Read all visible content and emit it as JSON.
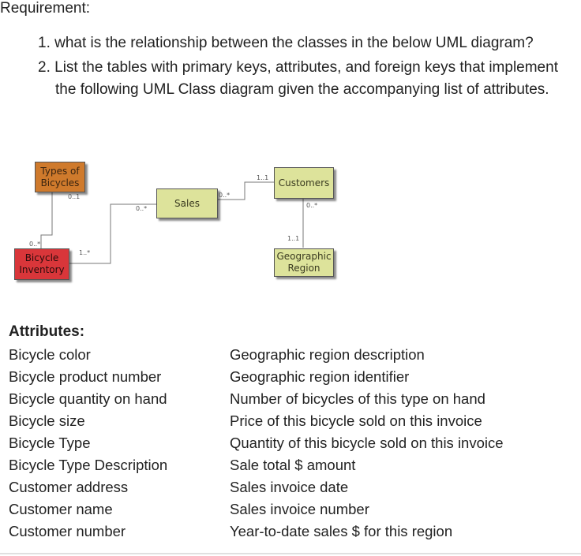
{
  "requirement_label": "Requirement:",
  "questions": [
    "1. what is the relationship between the classes in the below UML diagram?",
    "2. List the tables with primary keys, attributes, and foreign keys that implement",
    "the following UML Class diagram given the accompanying list of attributes."
  ],
  "diagram": {
    "classes": {
      "types": "Types of Bicycles",
      "inventory": "Bicycle Inventory",
      "sales": "Sales",
      "customers": "Customers",
      "region": "Geographic Region"
    },
    "multiplicities": {
      "types_bottom": "0..1",
      "inventory_top": "0..*",
      "inventory_right": "1..*",
      "sales_left": "0..*",
      "sales_right": "0..*",
      "customers_left": "1..1",
      "customers_bottom": "0..*",
      "region_top": "1..1"
    },
    "colors": {
      "orange": "#cf7a2c",
      "red": "#d9363a",
      "yellow": "#dde39b"
    }
  },
  "attributes_label": "Attributes:",
  "attributes_left": [
    "Bicycle color",
    "Bicycle product number",
    "Bicycle quantity on hand",
    "Bicycle size",
    "Bicycle Type",
    "Bicycle Type Description",
    "Customer address",
    "Customer name",
    "Customer number"
  ],
  "attributes_right": [
    "Geographic region description",
    "Geographic region identifier",
    "Number of bicycles of this type on hand",
    "Price of this bicycle sold on this invoice",
    "Quantity of this bicycle sold on this invoice",
    "Sale total $ amount",
    "Sales invoice date",
    "Sales invoice number",
    "Year-to-date sales $ for this region"
  ]
}
